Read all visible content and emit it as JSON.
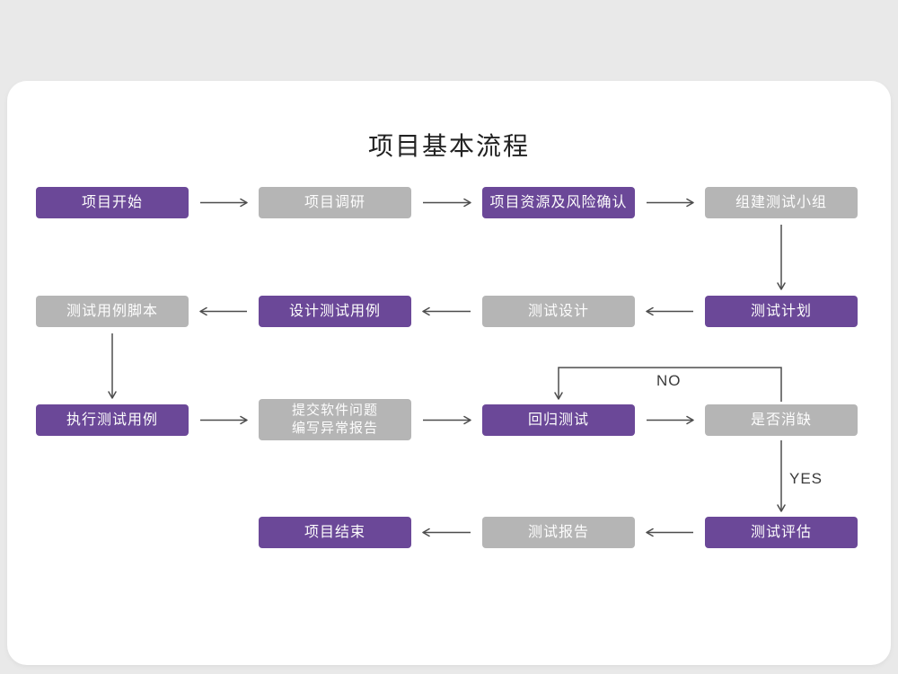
{
  "title": "项目基本流程",
  "colors": {
    "purple": "#6b4898",
    "gray": "#b5b5b5",
    "card": "#ffffff",
    "page_bg": "#e9e9e9",
    "arrow": "#4d4d4d"
  },
  "nodes": {
    "project_start": {
      "label": "项目开始",
      "variant": "purple"
    },
    "project_research": {
      "label": "项目调研",
      "variant": "gray"
    },
    "resource_risk": {
      "label": "项目资源及风险确认",
      "variant": "purple"
    },
    "build_test_team": {
      "label": "组建测试小组",
      "variant": "gray"
    },
    "test_plan": {
      "label": "测试计划",
      "variant": "purple"
    },
    "test_design": {
      "label": "测试设计",
      "variant": "gray"
    },
    "design_test_cases": {
      "label": "设计测试用例",
      "variant": "purple"
    },
    "test_case_script": {
      "label": "测试用例脚本",
      "variant": "gray"
    },
    "execute_test_cases": {
      "label": "执行测试用例",
      "variant": "purple"
    },
    "submit_issue_report": {
      "label": "提交软件问题\n编写异常报告",
      "variant": "gray"
    },
    "regression_test": {
      "label": "回归测试",
      "variant": "purple"
    },
    "defect_cleared": {
      "label": "是否消缺",
      "variant": "gray"
    },
    "test_evaluation": {
      "label": "测试评估",
      "variant": "purple"
    },
    "test_report": {
      "label": "测试报告",
      "variant": "gray"
    },
    "project_end": {
      "label": "项目结束",
      "variant": "purple"
    }
  },
  "edge_labels": {
    "no": "NO",
    "yes": "YES"
  }
}
